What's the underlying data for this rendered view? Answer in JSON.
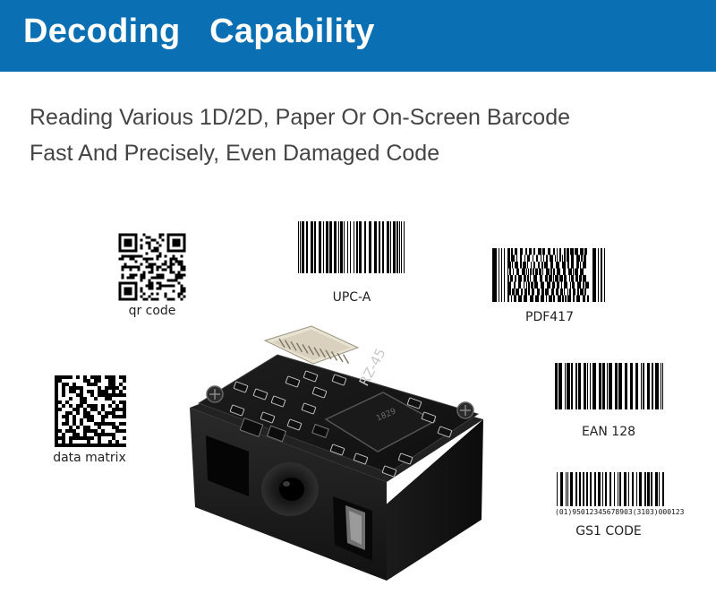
{
  "header": {
    "title": "Decoding   Capability",
    "background": "#0a6fb3"
  },
  "description": {
    "line1": "Reading Various 1D/2D, Paper Or On-Screen Barcode",
    "line2": "Fast And Precisely, Even Damaged Code"
  },
  "codes": {
    "qr": {
      "label": "qr code",
      "icon": "qr-code-icon"
    },
    "upc": {
      "label": "UPC-A",
      "icon": "barcode-icon"
    },
    "pdf417": {
      "label": "PDF417",
      "icon": "pdf417-icon"
    },
    "datamatrix": {
      "label": "data matrix",
      "icon": "data-matrix-icon"
    },
    "ean128": {
      "label": "EAN 128",
      "icon": "barcode-icon"
    },
    "gs1": {
      "label": "GS1 CODE",
      "human_readable": "(01)95012345678903(3103)000123",
      "icon": "barcode-icon"
    }
  },
  "scanner": {
    "board_marking": "RZ-45",
    "chip_marking": "1829",
    "icon": "barcode-scanner-module-icon"
  }
}
